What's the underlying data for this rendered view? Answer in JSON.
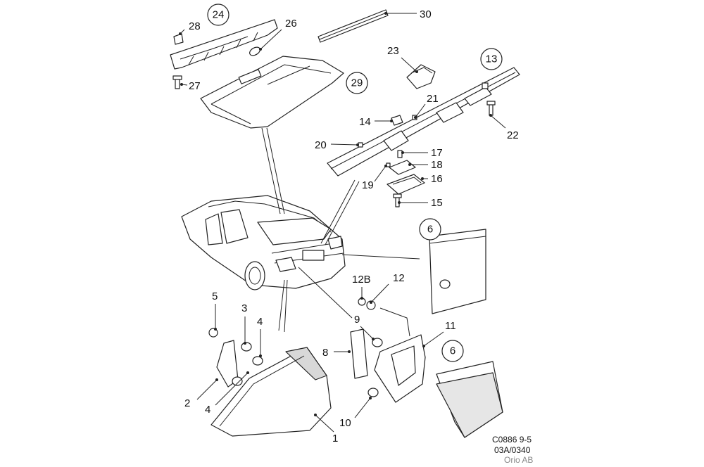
{
  "diagram": {
    "callouts": [
      {
        "label": "30",
        "circled": false
      },
      {
        "label": "24",
        "circled": true
      },
      {
        "label": "28",
        "circled": false
      },
      {
        "label": "26",
        "circled": false
      },
      {
        "label": "27",
        "circled": false
      },
      {
        "label": "29",
        "circled": true
      },
      {
        "label": "23",
        "circled": false
      },
      {
        "label": "13",
        "circled": true
      },
      {
        "label": "21",
        "circled": false
      },
      {
        "label": "14",
        "circled": false
      },
      {
        "label": "22",
        "circled": false
      },
      {
        "label": "20",
        "circled": false
      },
      {
        "label": "17",
        "circled": false
      },
      {
        "label": "18",
        "circled": false
      },
      {
        "label": "19",
        "circled": false
      },
      {
        "label": "16",
        "circled": false
      },
      {
        "label": "15",
        "circled": false
      },
      {
        "label": "6",
        "circled": true
      },
      {
        "label": "12B",
        "circled": false
      },
      {
        "label": "12",
        "circled": false
      },
      {
        "label": "5",
        "circled": false
      },
      {
        "label": "3",
        "circled": false
      },
      {
        "label": "4",
        "circled": false
      },
      {
        "label": "9",
        "circled": false
      },
      {
        "label": "11",
        "circled": false
      },
      {
        "label": "6",
        "circled": true
      },
      {
        "label": "8",
        "circled": false
      },
      {
        "label": "2",
        "circled": false
      },
      {
        "label": "4",
        "circled": false
      },
      {
        "label": "10",
        "circled": false
      },
      {
        "label": "1",
        "circled": false
      }
    ],
    "reference": {
      "line1": "C0886 9-5",
      "line2": "03A/0340",
      "line3": "Orio AB"
    }
  }
}
